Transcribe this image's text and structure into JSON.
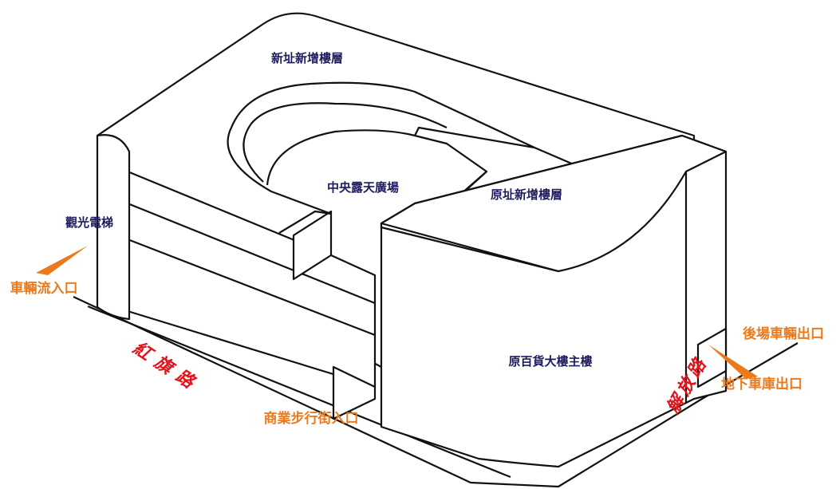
{
  "labels": {
    "new_site_floors": "新址新增樓層",
    "central_plaza": "中央露天廣場",
    "original_site_floors": "原址新增樓層",
    "sightseeing_elevator": "觀光電梯",
    "vehicle_entrance": "車輛流入口",
    "main_building": "原百貨大樓主樓",
    "service_vehicle_exit": "後場車輛出口",
    "underground_garage_exit": "地下車庫出口",
    "pedestrian_street_entrance": "商業步行街入口"
  },
  "roads": {
    "left_road": "紅旗路",
    "right_road": "解放路"
  },
  "colors": {
    "building_label": "#1d1b5e",
    "access_label": "#ec7a1c",
    "road_label": "#e0141c"
  }
}
